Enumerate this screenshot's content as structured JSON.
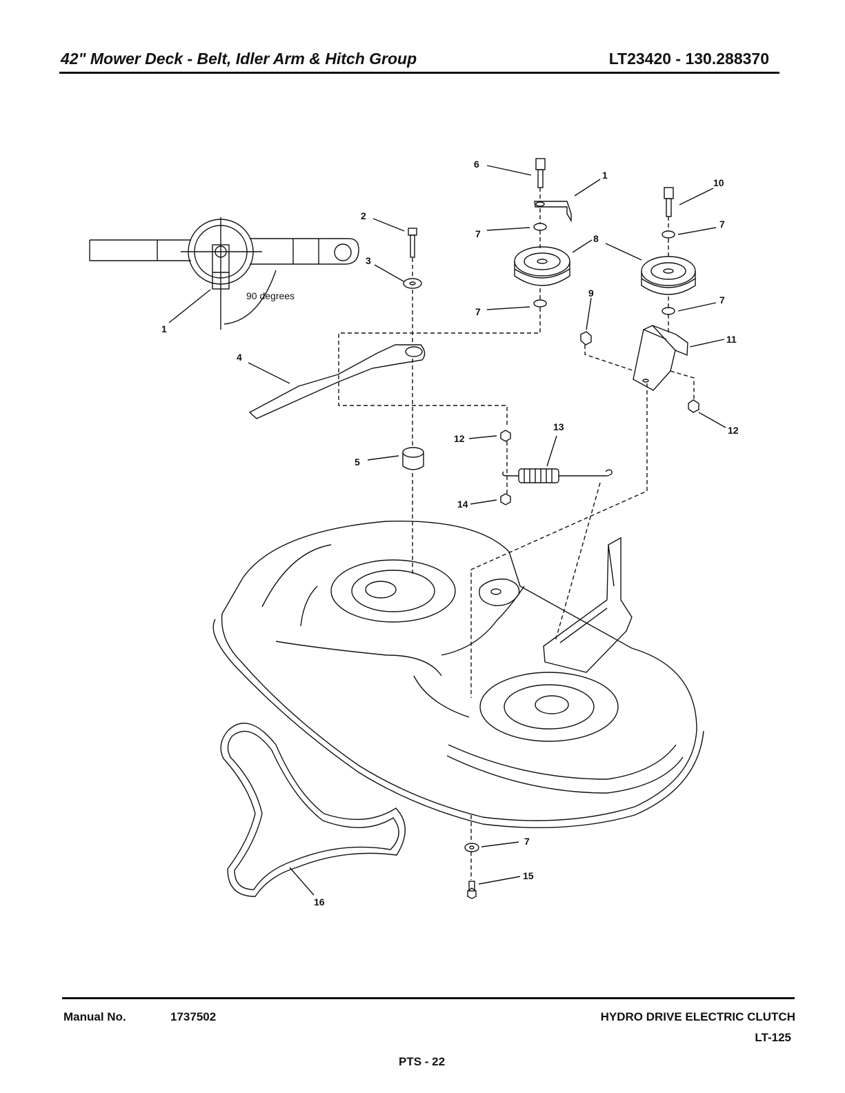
{
  "header": {
    "title": "42\" Mower Deck - Belt, Idler Arm & Hitch Group",
    "model": "LT23420 - 130.288370"
  },
  "diagram": {
    "angle_note": "90 degrees",
    "callouts": [
      "1",
      "2",
      "3",
      "4",
      "5",
      "6",
      "7",
      "8",
      "9",
      "10",
      "11",
      "12",
      "13",
      "14",
      "15",
      "16"
    ]
  },
  "footer": {
    "manual_label": "Manual No.",
    "manual_number": "1737502",
    "description": "HYDRO DRIVE ELECTRIC CLUTCH",
    "model_code": "LT-125",
    "page": "PTS - 22"
  }
}
